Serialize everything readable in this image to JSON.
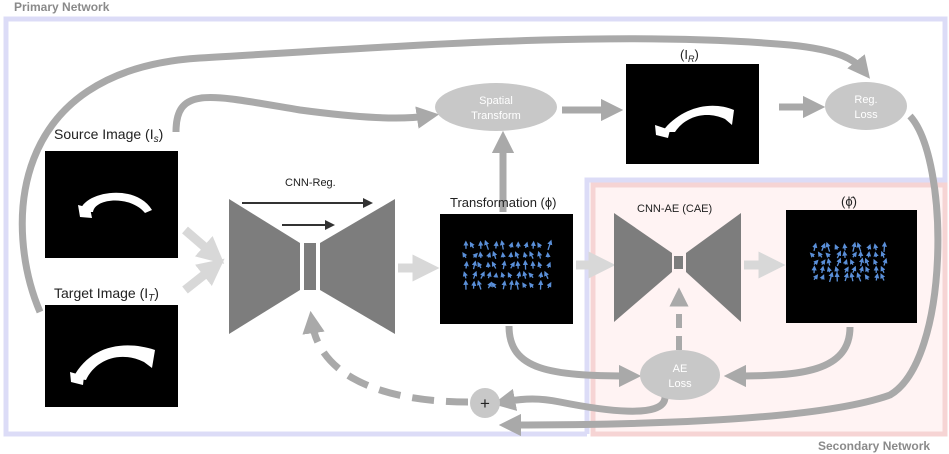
{
  "regions": {
    "primary": "Primary Network",
    "secondary": "Secondary Network"
  },
  "inputs": {
    "source": "Source Image (I",
    "source_sub": "s",
    "source_close": ")",
    "target": "Target Image (I",
    "target_sub": "T",
    "target_close": ")"
  },
  "cnn_reg": "CNN-Reg.",
  "spatial_transform": [
    "Spatial",
    "Transform"
  ],
  "warped": {
    "open": "(I",
    "sub": "R",
    "close": ")"
  },
  "reg_loss": [
    "Reg.",
    "Loss"
  ],
  "transformation": "Transformation (ϕ)",
  "cnn_ae": "CNN-AE (CAE)",
  "phi_hat": "(ϕ̂)",
  "ae_loss": [
    "AE",
    "Loss"
  ],
  "plus": "+",
  "colors": {
    "primary_border": "#dcdcf7",
    "secondary_border": "#f6d4d4",
    "secondary_fill": "#fff3f3",
    "arrow": "#a9a9a9",
    "light_arrow": "#d8d8d8",
    "node": "#c8c8c8",
    "network": "#7d7d7d",
    "vector": "#5a8fd8"
  }
}
